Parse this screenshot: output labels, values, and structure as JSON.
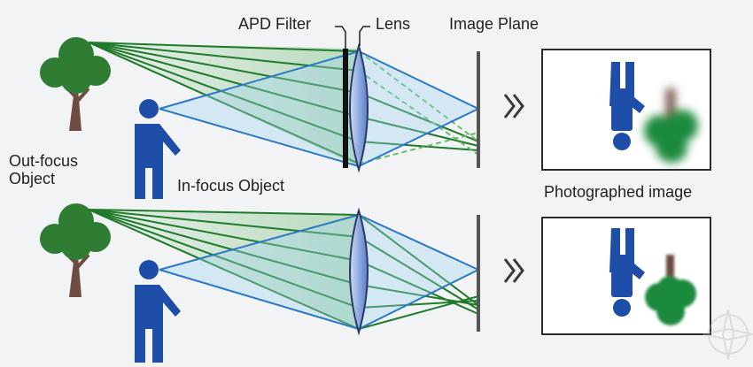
{
  "labels": {
    "apd_filter": "APD Filter",
    "lens": "Lens",
    "image_plane": "Image Plane",
    "out_focus_object": "Out-focus Object",
    "in_focus_object": "In-focus Object",
    "photographed_image": "Photographed image"
  },
  "panels": [
    {
      "name": "with-apd-filter",
      "has_apd_filter": true,
      "tree_blur": "soft"
    },
    {
      "name": "without-apd-filter",
      "has_apd_filter": false,
      "tree_blur": "hard"
    }
  ],
  "icons": {
    "arrow": "double-chevron-right-icon",
    "tree": "tree-icon",
    "person": "person-icon",
    "watermark": "compass-watermark-icon"
  },
  "colors": {
    "background": "#f2f3f5",
    "tree_green": "#2e7d32",
    "tree_trunk": "#6d4c41",
    "person_blue": "#1e4ea8",
    "green_ray": "#1f7a2a",
    "blue_ray": "#2a78c8",
    "lens_blue": "#6d8fd0",
    "filter_black": "#111111",
    "image_plane_gray": "#555555"
  }
}
